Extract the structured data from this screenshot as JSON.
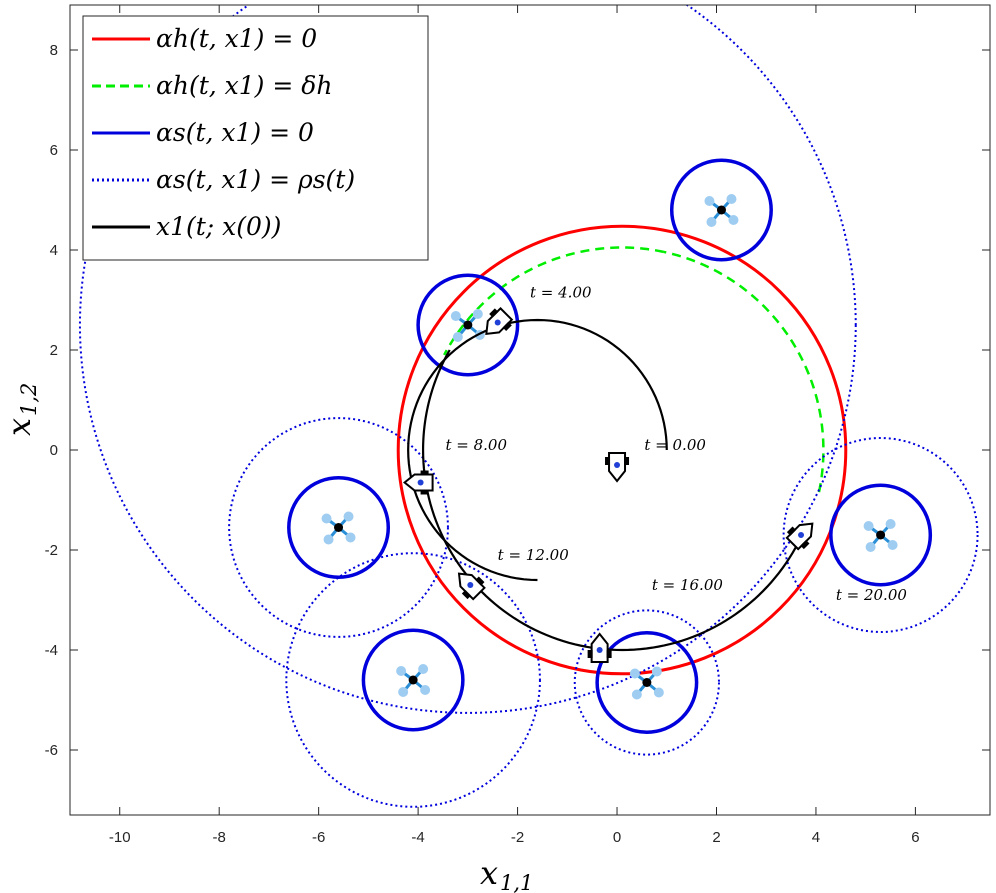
{
  "chart_data": {
    "type": "line",
    "xlabel": "x1,1",
    "ylabel": "x1,2",
    "xlim": [
      -11,
      7.5
    ],
    "ylim": [
      -7.3,
      8.9
    ],
    "xticks": [
      -10,
      -8,
      -6,
      -4,
      -2,
      0,
      2,
      4,
      6
    ],
    "xtick_labels": [
      "-10",
      "-8",
      "-6",
      "-4",
      "-2",
      "0",
      "2",
      "4",
      "6"
    ],
    "yticks": [
      -6,
      -4,
      -2,
      0,
      2,
      4,
      6,
      8
    ],
    "ytick_labels": [
      "-6",
      "-4",
      "-2",
      "0",
      "2",
      "4",
      "6",
      "8"
    ],
    "grid": false,
    "legend_position": "top-left",
    "legend": [
      {
        "label": "αh(t, x1) = 0",
        "color": "#ff0000",
        "style": "solid"
      },
      {
        "label": "αh(t, x1) = δh",
        "color": "#00ee00",
        "style": "dashed"
      },
      {
        "label": "αs(t, x1) = 0",
        "color": "#0000dd",
        "style": "solid"
      },
      {
        "label": "αs(t, x1) = ρs(t)",
        "color": "#0000dd",
        "style": "dotted"
      },
      {
        "label": "x1(t; x(0))",
        "color": "#000000",
        "style": "solid"
      }
    ],
    "safe_set_circle": {
      "center": [
        0.1,
        0.0
      ],
      "radius": 4.5
    },
    "safe_set_margin_arc": {
      "center": [
        0.1,
        0.0
      ],
      "radius": 4.05,
      "from_deg": 78,
      "to_deg": 152,
      "continues_to_deg": -12
    },
    "obstacles": [
      {
        "center": [
          -3.0,
          2.5
        ],
        "radius": 1.0,
        "rho": 7.8
      },
      {
        "center": [
          2.1,
          4.8
        ],
        "radius": 1.0,
        "rho": null
      },
      {
        "center": [
          -5.6,
          -1.55
        ],
        "radius": 1.0,
        "rho": 2.2
      },
      {
        "center": [
          -4.1,
          -4.6
        ],
        "radius": 1.0,
        "rho": 2.55
      },
      {
        "center": [
          0.6,
          -4.65
        ],
        "radius": 1.0,
        "rho": 1.45
      },
      {
        "center": [
          5.3,
          -1.7
        ],
        "radius": 1.0,
        "rho": 1.95
      }
    ],
    "trajectory": {
      "center": [
        -1.6,
        0.0
      ],
      "radius": 2.6,
      "start_deg": 0,
      "end_deg": 270
    },
    "trajectory_tail": {
      "center": [
        0.1,
        0.0
      ],
      "radius": 4.0,
      "from_deg": 270,
      "to_deg": 336
    },
    "vehicle_snapshots": [
      {
        "t": "t = 0.00",
        "pos": [
          0.0,
          -0.3
        ]
      },
      {
        "t": "t = 4.00",
        "pos": [
          -2.4,
          2.55
        ]
      },
      {
        "t": "t = 8.00",
        "pos": [
          -3.95,
          -0.65
        ]
      },
      {
        "t": "t = 12.00",
        "pos": [
          -2.95,
          -2.7
        ]
      },
      {
        "t": "t = 16.00",
        "pos": [
          -0.35,
          -4.0
        ]
      },
      {
        "t": "t = 20.00",
        "pos": [
          3.7,
          -1.7
        ]
      }
    ],
    "annotations": [
      {
        "text": "t = 0.00",
        "at": [
          0.55,
          0.0
        ]
      },
      {
        "text": "t = 4.00",
        "at": [
          -1.75,
          3.05
        ]
      },
      {
        "text": "t = 8.00",
        "at": [
          -3.45,
          0.0
        ]
      },
      {
        "text": "t = 12.00",
        "at": [
          -2.4,
          -2.2
        ]
      },
      {
        "text": "t = 16.00",
        "at": [
          0.7,
          -2.8
        ]
      },
      {
        "text": "t = 20.00",
        "at": [
          4.4,
          -3.0
        ]
      }
    ]
  },
  "labels": {
    "xlabel_main": "x",
    "xlabel_sub": "1,1",
    "ylabel_main": "x",
    "ylabel_sub": "1,2"
  }
}
